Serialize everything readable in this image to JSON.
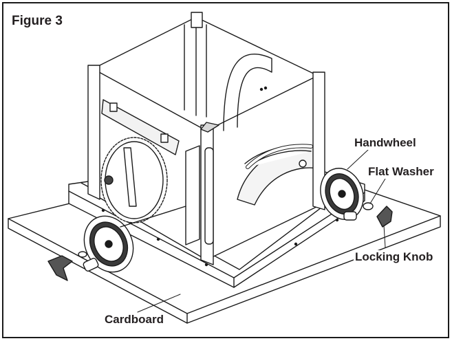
{
  "figure": {
    "title": "Figure 3"
  },
  "callouts": {
    "handwheel": "Handwheel",
    "flat_washer": "Flat Washer",
    "locking_knob": "Locking Knob",
    "cardboard": "Cardboard"
  }
}
